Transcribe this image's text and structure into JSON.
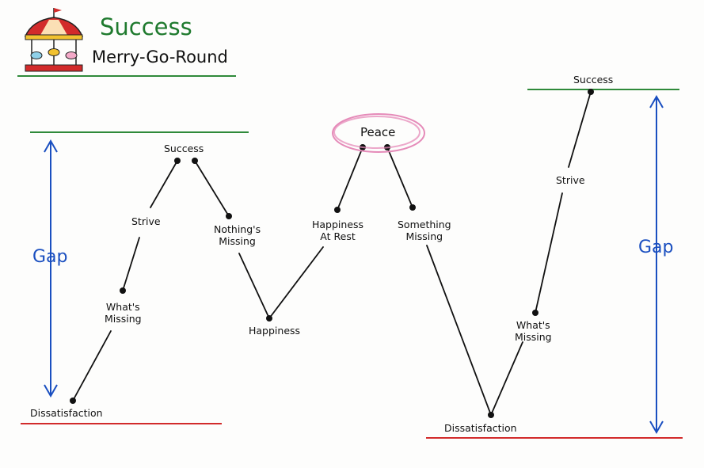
{
  "title": {
    "main": "Success",
    "subtitle": "Merry-Go-Round"
  },
  "labels": {
    "left_dissatisfaction": "Dissatisfaction",
    "left_whats_missing": "What's\nMissing",
    "left_strive": "Strive",
    "left_success": "Success",
    "nothings_missing": "Nothing's\nMissing",
    "happiness": "Happiness",
    "happiness_at_rest": "Happiness\nAt Rest",
    "peace": "Peace",
    "something_missing": "Something\nMissing",
    "right_dissatisfaction": "Dissatisfaction",
    "right_whats_missing": "What's\nMissing",
    "right_strive": "Strive",
    "right_success": "Success"
  },
  "gap_labels": {
    "left": "Gap",
    "right": "Gap"
  },
  "colors": {
    "success_line": "#2f8a3a",
    "dissatisfaction_line": "#d22b2b",
    "gap_arrow": "#1a4fc0",
    "peace_ellipse": "#e58bb9",
    "title_green": "#1f7a2e"
  },
  "icons": {
    "logo": "carousel-icon"
  }
}
